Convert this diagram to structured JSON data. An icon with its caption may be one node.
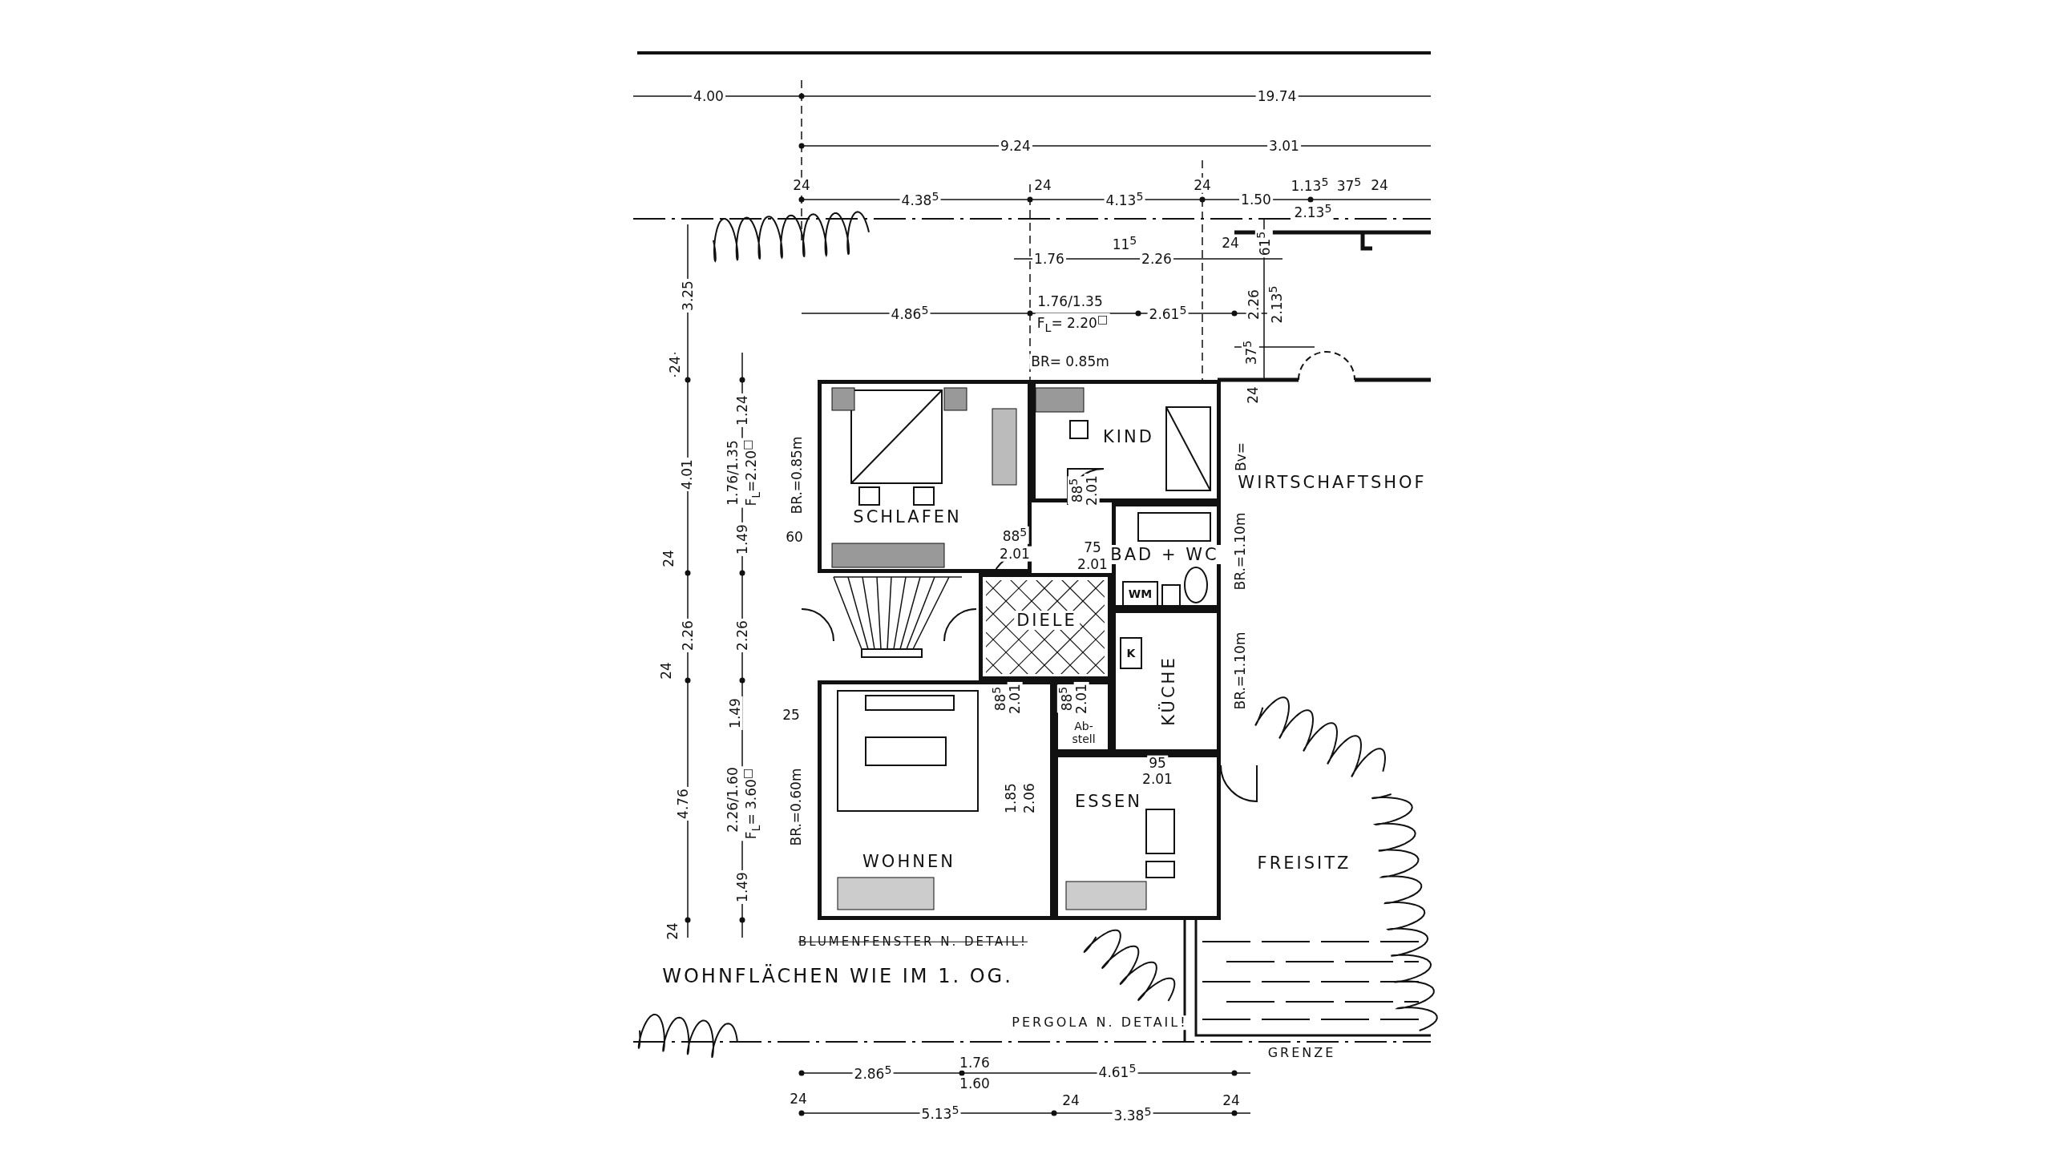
{
  "diagram": {
    "nodes": [
      {
        "text": [
          "SCHLAFEN"
        ]
      },
      {
        "text": [
          "KIND"
        ]
      },
      {
        "text": [
          "BAD + WC"
        ]
      },
      {
        "text": [
          "WM"
        ],
        "in": 2
      },
      {
        "text": [
          "DIELE"
        ]
      },
      {
        "text": [
          "KÜCHE"
        ]
      },
      {
        "text": [
          "K"
        ],
        "in": 5
      },
      {
        "text": [
          "Ab- stell"
        ]
      },
      {
        "text": [
          "WOHNEN"
        ]
      },
      {
        "text": [
          "ESSEN"
        ]
      }
    ],
    "labels": [
      "4.00",
      "19.74",
      "9.24",
      "3.01",
      "24",
      "4.38$^{5}$",
      "24",
      "4.13$^{5}$",
      "24",
      "1.50",
      "1.13$^{5}$",
      "2.13$^{5}$",
      "37$^{5}$",
      "24",
      "1.76",
      "11$^{5}$",
      "2.26",
      "24",
      "61$^{5}$",
      "3.25",
      "4.86$^{5}$",
      "1.76/1.35",
      "F$_{L}$= 2.20$^{□}$",
      "2.61$^{5}$",
      "2.26",
      "2.13$^{5}$",
      "37$^{5}$",
      "BR= 0.85m",
      "24",
      "1.24",
      "4.01",
      "1.76/1.35",
      "F$_{L}$=2.20$^{□}$",
      "BR.=0.85m",
      "24",
      "Bv=",
      "WIRTSCHAFTSHOF",
      "88$^{5}$",
      "2.01",
      "60",
      "1.49",
      "88$^{5}$",
      "2.01",
      "75",
      "2.01",
      "BR.=1.10m",
      "24",
      "2.26",
      "2.26",
      "BR.=1.10m",
      "24",
      "88$^{5}$",
      "2.01",
      "1.49",
      "25",
      "88$^{5}$",
      "2.01",
      "95",
      "2.01",
      "4.76",
      "2.26/1.60",
      "F$_{L}$= 3.60$^{□}$",
      "BR.=0.60m",
      "1.85",
      "2.06",
      "FREISITZ",
      "1.49",
      "24",
      "BLUMENFENSTER N. DETAIL!",
      "WOHNFLÄCHEN WIE IM 1. OG.",
      "PERGOLA N. DETAIL!",
      "GRENZE",
      "2.86$^{5}$",
      "1.76",
      "1.60",
      "4.61$^{5}$",
      "24",
      "5.13$^{5}$",
      "24",
      "3.38$^{5}$",
      "24"
    ]
  }
}
